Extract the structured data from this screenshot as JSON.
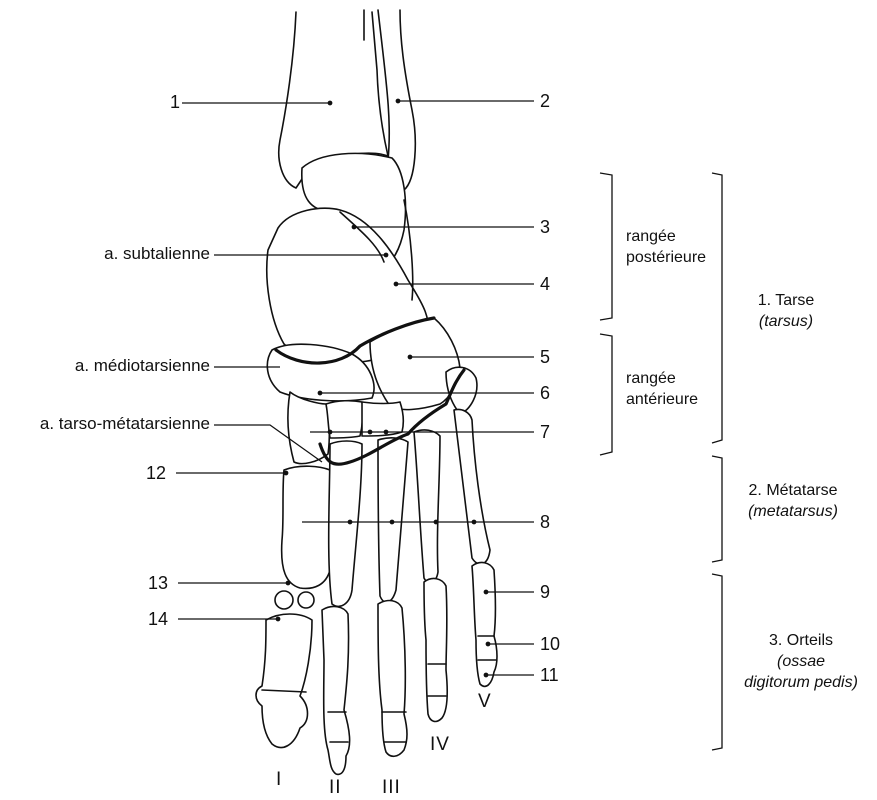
{
  "numbered_labels": [
    "1",
    "2",
    "3",
    "4",
    "5",
    "6",
    "7",
    "8",
    "9",
    "10",
    "11",
    "12",
    "13",
    "14"
  ],
  "articulations": {
    "subtalar": "a. subtalienne",
    "midtarsal": "a. médiotarsienne",
    "tarsometatarsal": "a. tarso-métatarsienne"
  },
  "rows": {
    "posterior": [
      "rangée",
      "postérieure"
    ],
    "anterior": [
      "rangée",
      "antérieure"
    ]
  },
  "groups": {
    "tarsus": {
      "name": "1. Tarse",
      "latin": "(tarsus)"
    },
    "metatarsus": {
      "name": "2. Métatarse",
      "latin": "(metatarsus)"
    },
    "toes": {
      "name": "3. Orteils",
      "latin_1": "(ossae",
      "latin_2": "digitorum pedis)"
    }
  },
  "toes": [
    "I",
    "II",
    "III",
    "IV",
    "V"
  ],
  "colors": {
    "ink": "#111111",
    "bone_fill": "#ffffff",
    "joint": "#111111"
  }
}
